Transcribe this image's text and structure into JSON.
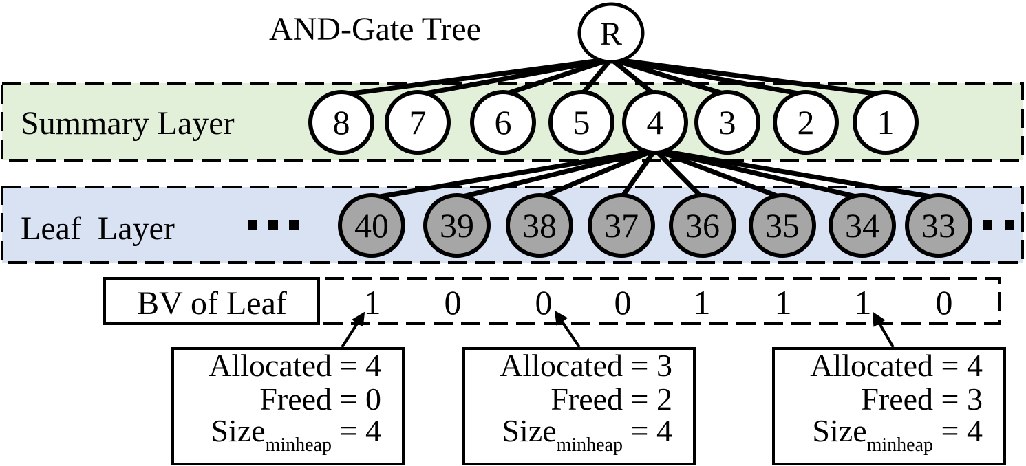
{
  "title": "AND-Gate Tree",
  "root": {
    "label": "R"
  },
  "summary_layer": {
    "label": "Summary Layer",
    "background": "#e2efd9",
    "nodes": [
      "8",
      "7",
      "6",
      "5",
      "4",
      "3",
      "2",
      "1"
    ],
    "expanded_node": "4"
  },
  "leaf_layer": {
    "label": "Leaf  Layer",
    "background": "#d9e2f3",
    "node_fill": "#a6a6a6",
    "nodes": [
      "40",
      "39",
      "38",
      "37",
      "36",
      "35",
      "34",
      "33"
    ]
  },
  "bitvector": {
    "label": "BV of Leaf",
    "bits": [
      "1",
      "0",
      "0",
      "0",
      "1",
      "1",
      "1",
      "0"
    ]
  },
  "annotations": [
    {
      "allocated": "Allocated = 4",
      "freed": "Freed = 0",
      "size_main": "Size",
      "size_sub": "minheap",
      "size_value": " = 4",
      "points_to_leaf": "40"
    },
    {
      "allocated": "Allocated = 3",
      "freed": "Freed = 2",
      "size_main": "Size",
      "size_sub": "minheap",
      "size_value": " = 4",
      "points_to_leaf": "38"
    },
    {
      "allocated": "Allocated = 4",
      "freed": "Freed = 3",
      "size_main": "Size",
      "size_sub": "minheap",
      "size_value": " = 4",
      "points_to_leaf": "34"
    }
  ]
}
